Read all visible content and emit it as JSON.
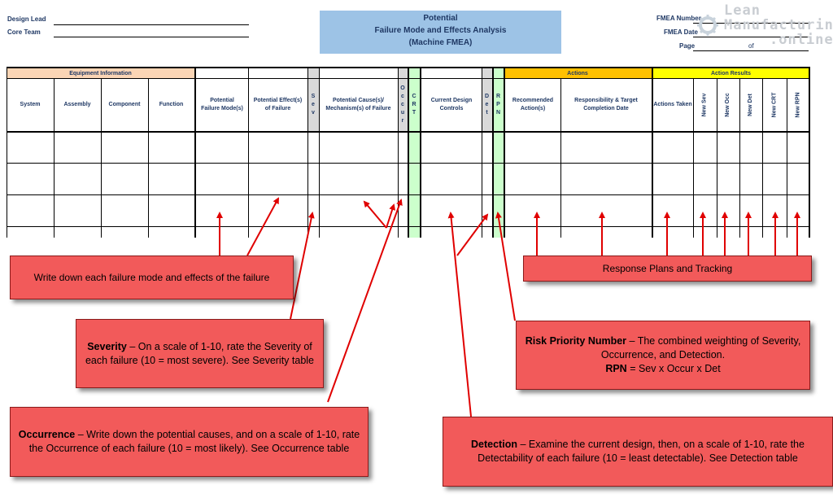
{
  "header": {
    "design_lead_label": "Design Lead",
    "core_team_label": "Core Team",
    "title_line1": "Potential",
    "title_line2": "Failure Mode and Effects Analysis",
    "title_line3": "(Machine FMEA)",
    "fmea_number_label": "FMEA Number",
    "fmea_date_label": "FMEA Date",
    "page_label": "Page",
    "of_label": "of"
  },
  "logo": {
    "line1": "Lean",
    "line2": "Manufacturing",
    "line3": ".online"
  },
  "table": {
    "groups": {
      "equipment": "Equipment Information",
      "actions": "Actions",
      "action_results": "Action Results"
    },
    "columns": {
      "system": "System",
      "assembly": "Assembly",
      "component": "Component",
      "function": "Function",
      "failure_mode": "Potential Failure Mode(s)",
      "effects": "Potential Effect(s) of Failure",
      "sev": [
        "S",
        "e",
        "v"
      ],
      "causes": "Potential Cause(s)/ Mechanism(s) of Failure",
      "occur": [
        "O",
        "c",
        "c",
        "u",
        "r"
      ],
      "crt": [
        "C",
        "R",
        "T"
      ],
      "controls": "Current Design Controls",
      "det": [
        "D",
        "e",
        "t"
      ],
      "rpn": [
        "R",
        "P",
        "N"
      ],
      "recommended": "Recommended Action(s)",
      "responsibility": "Responsibility & Target Completion Date",
      "actions_taken": "Actions Taken",
      "new_sev": "New Sev",
      "new_occ": "New Occ",
      "new_det": "New Det",
      "new_crt": "New CRT",
      "new_rpn": "New RPN"
    },
    "colors": {
      "equipment": "#fbd5b5",
      "actions": "#ffc000",
      "results": "#ffff00",
      "crt_rpn": "#ccffcc",
      "sev_occ": "#d9d9d9"
    }
  },
  "callouts": {
    "failure_mode": "Write down each failure mode and effects of the failure",
    "response": "Response Plans and Tracking",
    "severity_term": "Severity",
    "severity_text": " – On a scale of 1-10, rate the Severity of each failure (10 = most severe). See Severity table",
    "rpn_term": "Risk Priority Number",
    "rpn_text": " – The combined weighting of Severity, Occurrence, and Detection.",
    "rpn_formula_term": "RPN",
    "rpn_formula_text": " = Sev x Occur x Det",
    "occurrence_term": "Occurrence",
    "occurrence_text": " – Write down the potential causes, and on a scale of 1-10, rate the Occurrence of each failure (10 = most likely). See Occurrence table",
    "detection_term": "Detection",
    "detection_text": " –  Examine the current design, then, on a scale of 1-10, rate the Detectability of each failure (10 = least detectable). See Detection table"
  }
}
